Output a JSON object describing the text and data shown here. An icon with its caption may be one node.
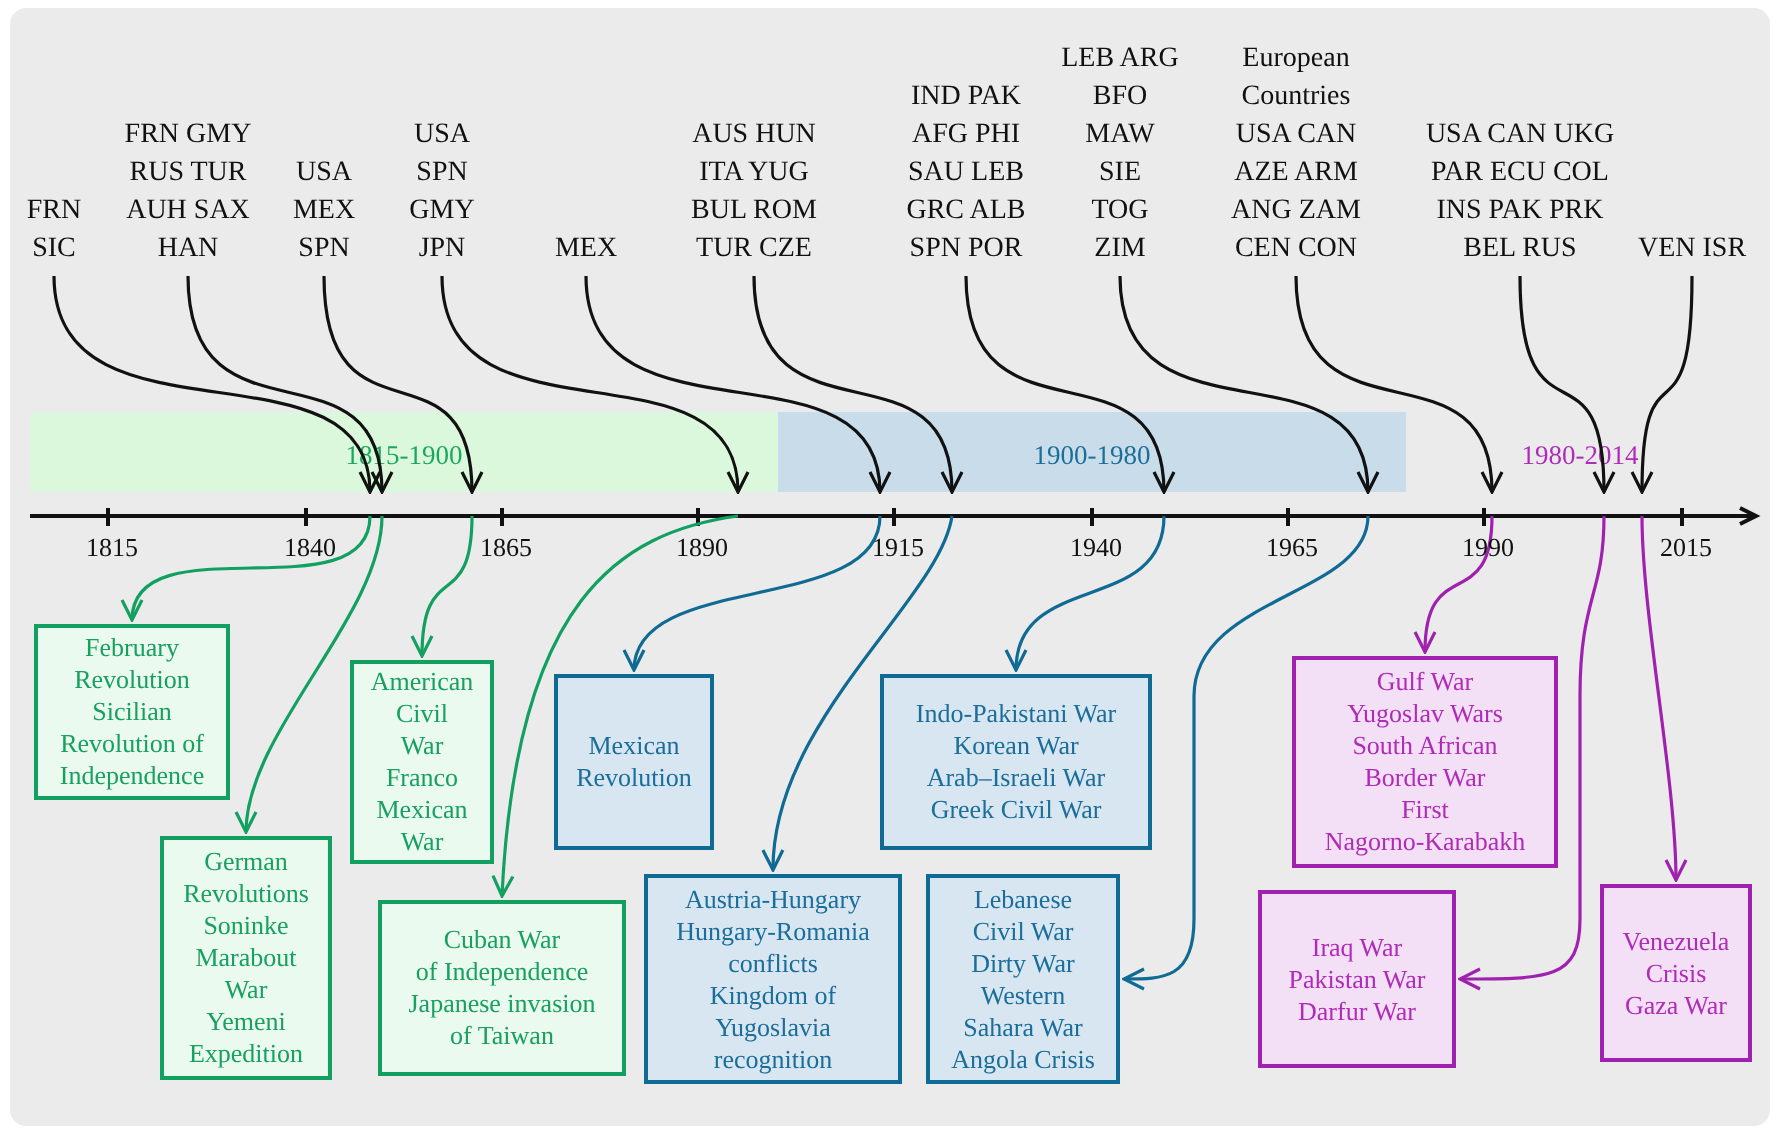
{
  "diagram": {
    "nodes": [
      {
        "text": [
          "FRN SIC"
        ]
      },
      {
        "text": [
          "FRN GMY RUS TUR AUH SAX HAN"
        ]
      },
      {
        "text": [
          "USA MEX SPN"
        ]
      },
      {
        "text": [
          "USA SPN GMY JPN"
        ]
      },
      {
        "text": [
          "MEX"
        ]
      },
      {
        "text": [
          "AUS HUN ITA YUG BUL ROM TUR CZE"
        ]
      },
      {
        "text": [
          "IND PAK AFG PHI SAU LEB GRC ALB SPN POR"
        ]
      },
      {
        "text": [
          "LEB ARG BFO MAW SIE TOG ZIM"
        ]
      },
      {
        "text": [
          "European Countries USA CAN AZE ARM ANG ZAM CEN CON"
        ]
      },
      {
        "text": [
          "USA CAN UKG PAR ECU COL INS PAK PRK BEL RUS"
        ]
      },
      {
        "text": [
          "VEN ISR"
        ]
      },
      {
        "text": [
          "1815-1900"
        ]
      },
      {
        "text": [
          "1900-1980"
        ]
      },
      {
        "text": [
          "1980-2014"
        ]
      },
      {
        "text": [
          "February Revolution Sicilian Revolution of Independence"
        ]
      },
      {
        "text": [
          "German Revolutions Soninke Marabout War Yemeni Expedition"
        ]
      },
      {
        "text": [
          "American Civil War Franco Mexican War"
        ]
      },
      {
        "text": [
          "Cuban War of Independence Japanese invasion of Taiwan"
        ]
      },
      {
        "text": [
          "Mexican Revolution"
        ]
      },
      {
        "text": [
          "Austria-Hungary Hungary-Romania conflicts Kingdom of Yugoslavia recognition"
        ]
      },
      {
        "text": [
          "Indo-Pakistani War Korean War Arab–Israeli War Greek Civil War"
        ]
      },
      {
        "text": [
          "Lebanese Civil War Dirty War Western Sahara War Angola Crisis"
        ]
      },
      {
        "text": [
          "Gulf War Yugoslav Wars South African Border War First Nagorno-Karabakh"
        ]
      },
      {
        "text": [
          "Iraq War Pakistan War Darfur War"
        ]
      },
      {
        "text": [
          "Venezuela Crisis Gaza War"
        ]
      }
    ],
    "edges": [
      {
        "from": 0,
        "to": 11,
        "arrow": "to"
      },
      {
        "from": 1,
        "to": 11,
        "arrow": "to"
      },
      {
        "from": 2,
        "to": 11,
        "arrow": "to"
      },
      {
        "from": 3,
        "to": 11,
        "arrow": "to"
      },
      {
        "from": 4,
        "to": 12,
        "arrow": "to"
      },
      {
        "from": 5,
        "to": 12,
        "arrow": "to"
      },
      {
        "from": 6,
        "to": 12,
        "arrow": "to"
      },
      {
        "from": 7,
        "to": 12,
        "arrow": "to"
      },
      {
        "from": 8,
        "to": 13,
        "arrow": "to"
      },
      {
        "from": 9,
        "to": 13,
        "arrow": "to"
      },
      {
        "from": 10,
        "to": 13,
        "arrow": "to"
      },
      {
        "from": 11,
        "to": 14,
        "arrow": "to",
        "color": "#12a060"
      },
      {
        "from": 11,
        "to": 15,
        "arrow": "to",
        "color": "#12a060"
      },
      {
        "from": 11,
        "to": 16,
        "arrow": "to",
        "color": "#12a060"
      },
      {
        "from": 11,
        "to": 17,
        "arrow": "to",
        "color": "#12a060"
      },
      {
        "from": 12,
        "to": 18,
        "arrow": "to",
        "color": "#0f6a94"
      },
      {
        "from": 12,
        "to": 19,
        "arrow": "to",
        "color": "#0f6a94"
      },
      {
        "from": 12,
        "to": 20,
        "arrow": "to",
        "color": "#0f6a94"
      },
      {
        "from": 12,
        "to": 21,
        "arrow": "to",
        "color": "#0f6a94"
      },
      {
        "from": 13,
        "to": 22,
        "arrow": "to",
        "color": "#a020b0"
      },
      {
        "from": 13,
        "to": 23,
        "arrow": "to",
        "color": "#a020b0"
      },
      {
        "from": 13,
        "to": 24,
        "arrow": "to",
        "color": "#a020b0"
      }
    ],
    "labels": [
      "1815",
      "1840",
      "1865",
      "1890",
      "1915",
      "1940",
      "1965",
      "1990",
      "2015"
    ]
  }
}
